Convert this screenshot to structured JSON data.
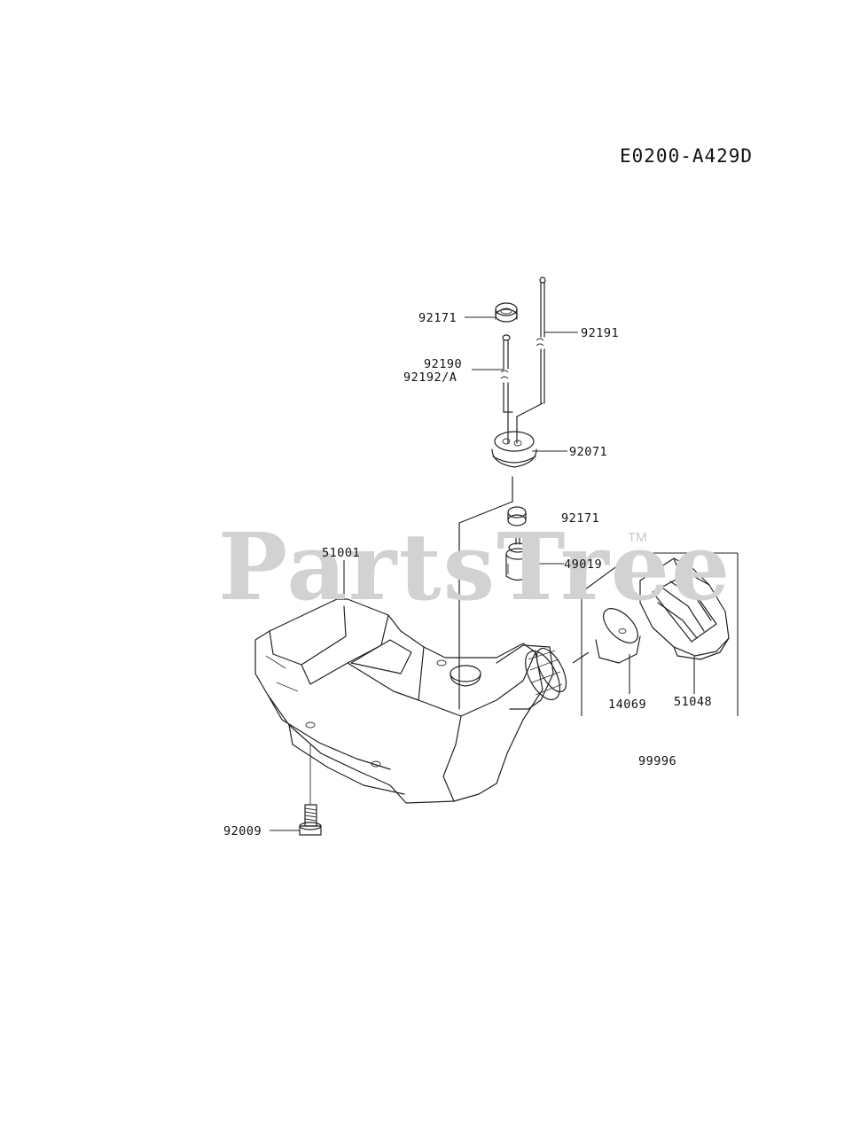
{
  "diagram_code": "E0200-A429D",
  "watermark": {
    "text": "PartsTree",
    "mark": "TM"
  },
  "parts": [
    {
      "number": "92171"
    },
    {
      "number": "92191"
    },
    {
      "number": "92190"
    },
    {
      "number": "92192/A"
    },
    {
      "number": "92071"
    },
    {
      "number": "92171"
    },
    {
      "number": "49019"
    },
    {
      "number": "51001"
    },
    {
      "number": "14069"
    },
    {
      "number": "51048"
    },
    {
      "number": "99996"
    },
    {
      "number": "92009"
    }
  ]
}
